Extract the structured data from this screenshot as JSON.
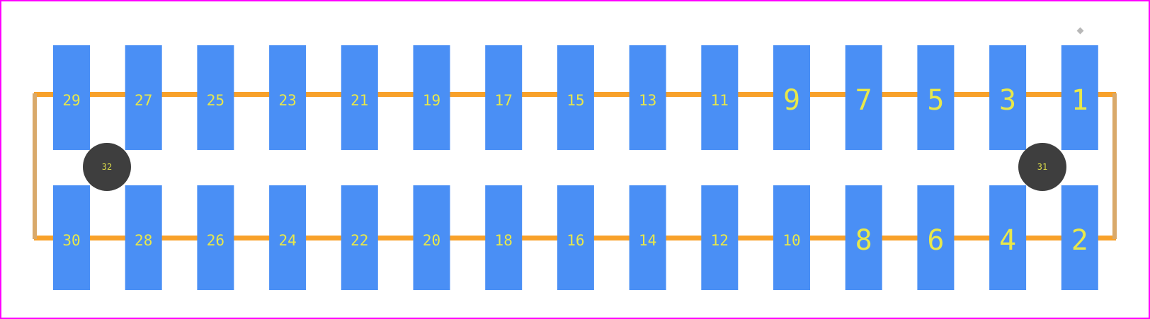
{
  "colors": {
    "border": "#ff00ff",
    "pad": "#4a8ff5",
    "trace": "#f8a12a",
    "side_trace": "#d9a96a",
    "hole": "#3e3e3e",
    "pad_label": "#e8e84a",
    "marker": "#b8b8b8"
  },
  "pads_top": [
    {
      "label": "29"
    },
    {
      "label": "27"
    },
    {
      "label": "25"
    },
    {
      "label": "23"
    },
    {
      "label": "21"
    },
    {
      "label": "19"
    },
    {
      "label": "17"
    },
    {
      "label": "15"
    },
    {
      "label": "13"
    },
    {
      "label": "11"
    },
    {
      "label": "9"
    },
    {
      "label": "7"
    },
    {
      "label": "5"
    },
    {
      "label": "3"
    },
    {
      "label": "1"
    }
  ],
  "pads_bottom": [
    {
      "label": "30"
    },
    {
      "label": "28"
    },
    {
      "label": "26"
    },
    {
      "label": "24"
    },
    {
      "label": "22"
    },
    {
      "label": "20"
    },
    {
      "label": "18"
    },
    {
      "label": "16"
    },
    {
      "label": "14"
    },
    {
      "label": "12"
    },
    {
      "label": "10"
    },
    {
      "label": "8"
    },
    {
      "label": "6"
    },
    {
      "label": "4"
    },
    {
      "label": "2"
    }
  ],
  "holes": [
    {
      "label": "32"
    },
    {
      "label": "31"
    }
  ]
}
